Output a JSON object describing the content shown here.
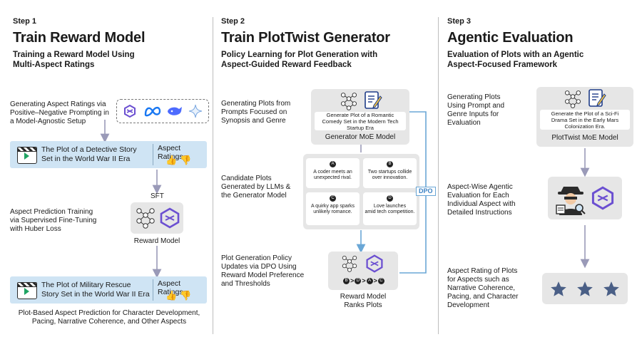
{
  "colors": {
    "arrow_gray": "#9a9ab8",
    "arrow_blue": "#6aa7d6",
    "star": "#4a5f86",
    "bluebar": "#cfe4f4",
    "panel": "#e6e6e6"
  },
  "step1": {
    "step": "Step 1",
    "title": "Train Reward Model",
    "subtitle": "Training a Reward Model Using\nMulti-Aspect Ratings",
    "gen_ratings_label": "Generating Aspect Ratings via\nPositive–Negative Prompting in\na Model-Agnostic Setup",
    "plot1": "The Plot of a Detective Story\nSet in the World War II Era",
    "aspect_ratings_1": "Aspect Ratings",
    "sft": "SFT",
    "aspect_prediction_label": "Aspect Prediction Training\nvia Supervised Fine-Tuning\nwith Huber Loss",
    "reward_model": "Reward Model",
    "plot2": "The Plot of Military Rescue\nStory Set in the World War II Era",
    "aspect_ratings_2": "Aspect Ratings",
    "bottom_caption": "Plot-Based Aspect Prediction for Character Development,\nPacing, Narrative Coherence, and Other  Aspects",
    "icons": [
      "dragon-logo-icon",
      "meta-logo-icon",
      "whale-logo-icon",
      "sparkle-logo-icon"
    ]
  },
  "step2": {
    "step": "Step 2",
    "title": "Train PlotTwist Generator",
    "subtitle": "Policy Learning for Plot Generation with\nAspect-Guided Reward Feedback",
    "gen_plots_label": "Generating Plots from\nPrompts Focused on\nSynopsis and Genre",
    "prompt": "Generate Plot of a Romantic\nComedy Set in the Modern Tech\nStartup Era",
    "generator": "Generator MoE Model",
    "candidate_label": "Candidate Plots\nGenerated by LLMs &\nthe Generator Model",
    "candidates": [
      {
        "id": "A",
        "text": "A coder meets an\nunexpected rival."
      },
      {
        "id": "B",
        "text": "Two startups collide\nover innovation."
      },
      {
        "id": "C",
        "text": "A quirky app sparks\nunlikely romance."
      },
      {
        "id": "D",
        "text": "Love launches\namid tech competition."
      }
    ],
    "dpo": "DPO",
    "policy_label": "Plot Generation Policy\nUpdates via DPO Using\nReward Model Preference\nand Thresholds",
    "ranking": [
      "B",
      ">",
      "D",
      ">",
      "A",
      ">",
      "C"
    ],
    "reward_ranks": "Reward Model\nRanks Plots"
  },
  "step3": {
    "step": "Step 3",
    "title": "Agentic Evaluation",
    "subtitle": "Evaluation of Plots with an Agentic\nAspect-Focused Framework",
    "gen_plots_label": "Generating Plots\nUsing Prompt and\nGenre Inputs for\nEvaluation",
    "prompt": "Generate the Plot of a Sci-Fi\nDrama Set in the Early Mars\nColonization Era.",
    "model": "PlotTwist MoE Model",
    "agentic_label": "Aspect-Wise Agentic\nEvaluation for Each\nIndividual Aspect with\nDetailed Instructions",
    "rating_label": "Aspect Rating of Plots\nfor Aspects such as\nNarrative Coherence,\nPacing, and Character\nDevelopment",
    "stars": 3
  }
}
